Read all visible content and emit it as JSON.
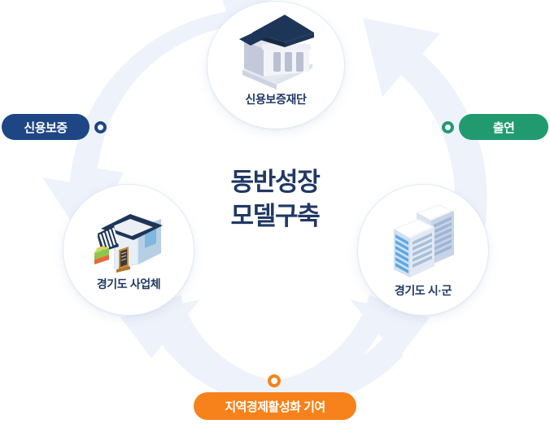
{
  "diagram": {
    "title_lines": [
      "동반성장",
      "모델구축"
    ],
    "title_color": "#203864",
    "arrow_color": "#eef2fb",
    "background": "#ffffff"
  },
  "nodes": [
    {
      "id": "foundation",
      "label": "신용보증재단",
      "icon": "bank-building-icon",
      "position": "top"
    },
    {
      "id": "business",
      "label": "경기도 사업체",
      "icon": "storefront-icon",
      "position": "left"
    },
    {
      "id": "city",
      "label": "경기도 시·군",
      "icon": "office-tower-icon",
      "position": "right"
    }
  ],
  "badges": [
    {
      "id": "credit",
      "label": "신용보증",
      "color": "#1e4685",
      "marker": "ring-marker",
      "position": "left"
    },
    {
      "id": "contribution",
      "label": "출연",
      "color": "#219a70",
      "marker": "ring-marker",
      "position": "right"
    },
    {
      "id": "local_economy",
      "label": "지역경제활성화 기여",
      "color": "#f7821b",
      "marker": "ring-marker",
      "position": "bottom"
    }
  ]
}
